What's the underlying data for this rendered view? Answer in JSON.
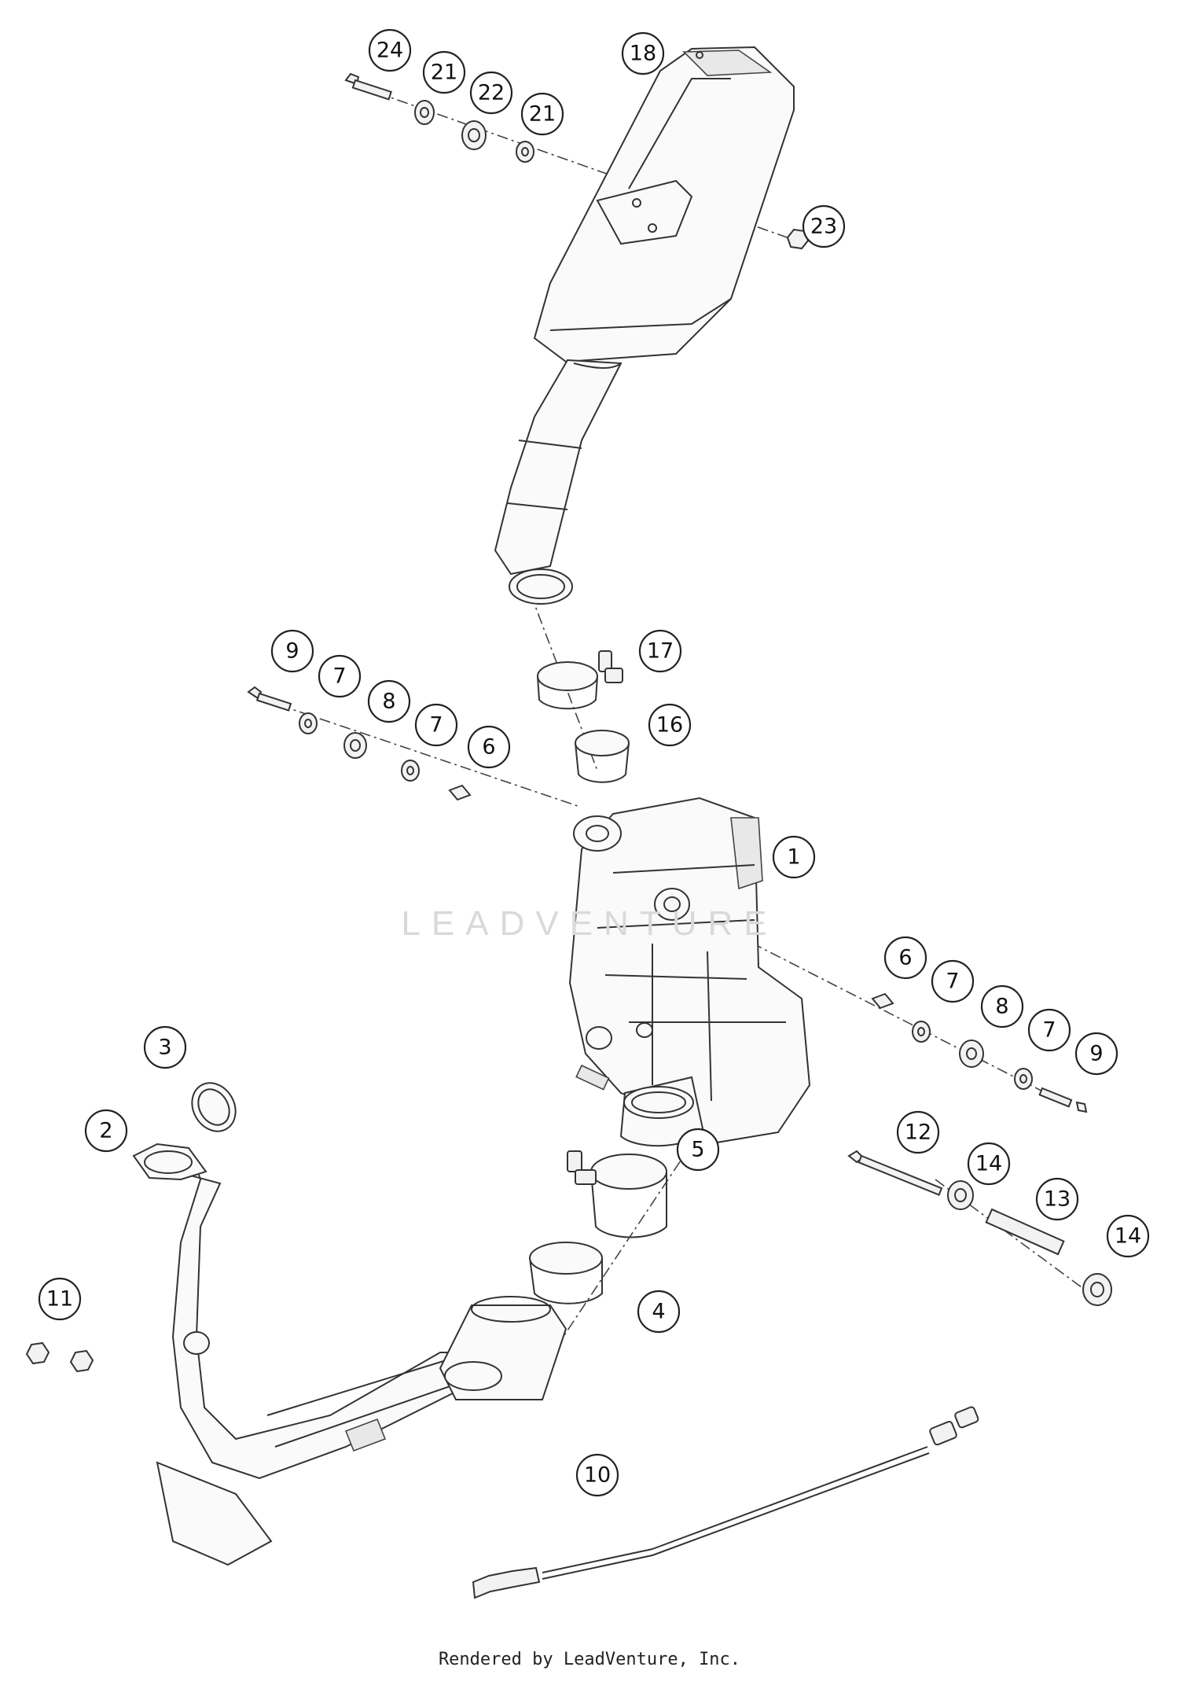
{
  "watermark": "LEADVENTURE",
  "credit": "Rendered by LeadVenture, Inc.",
  "callouts": [
    {
      "id": "c24",
      "label": "24"
    },
    {
      "id": "c21a",
      "label": "21"
    },
    {
      "id": "c22",
      "label": "22"
    },
    {
      "id": "c21b",
      "label": "21"
    },
    {
      "id": "c18",
      "label": "18"
    },
    {
      "id": "c23",
      "label": "23"
    },
    {
      "id": "c17",
      "label": "17"
    },
    {
      "id": "c16",
      "label": "16"
    },
    {
      "id": "c9a",
      "label": "9"
    },
    {
      "id": "c7a",
      "label": "7"
    },
    {
      "id": "c8a",
      "label": "8"
    },
    {
      "id": "c7b",
      "label": "7"
    },
    {
      "id": "c6a",
      "label": "6"
    },
    {
      "id": "c1",
      "label": "1"
    },
    {
      "id": "c6b",
      "label": "6"
    },
    {
      "id": "c7c",
      "label": "7"
    },
    {
      "id": "c8b",
      "label": "8"
    },
    {
      "id": "c7d",
      "label": "7"
    },
    {
      "id": "c9b",
      "label": "9"
    },
    {
      "id": "c12",
      "label": "12"
    },
    {
      "id": "c14a",
      "label": "14"
    },
    {
      "id": "c13",
      "label": "13"
    },
    {
      "id": "c14b",
      "label": "14"
    },
    {
      "id": "c3",
      "label": "3"
    },
    {
      "id": "c2",
      "label": "2"
    },
    {
      "id": "c5",
      "label": "5"
    },
    {
      "id": "c4",
      "label": "4"
    },
    {
      "id": "c11",
      "label": "11"
    },
    {
      "id": "c10",
      "label": "10"
    }
  ]
}
